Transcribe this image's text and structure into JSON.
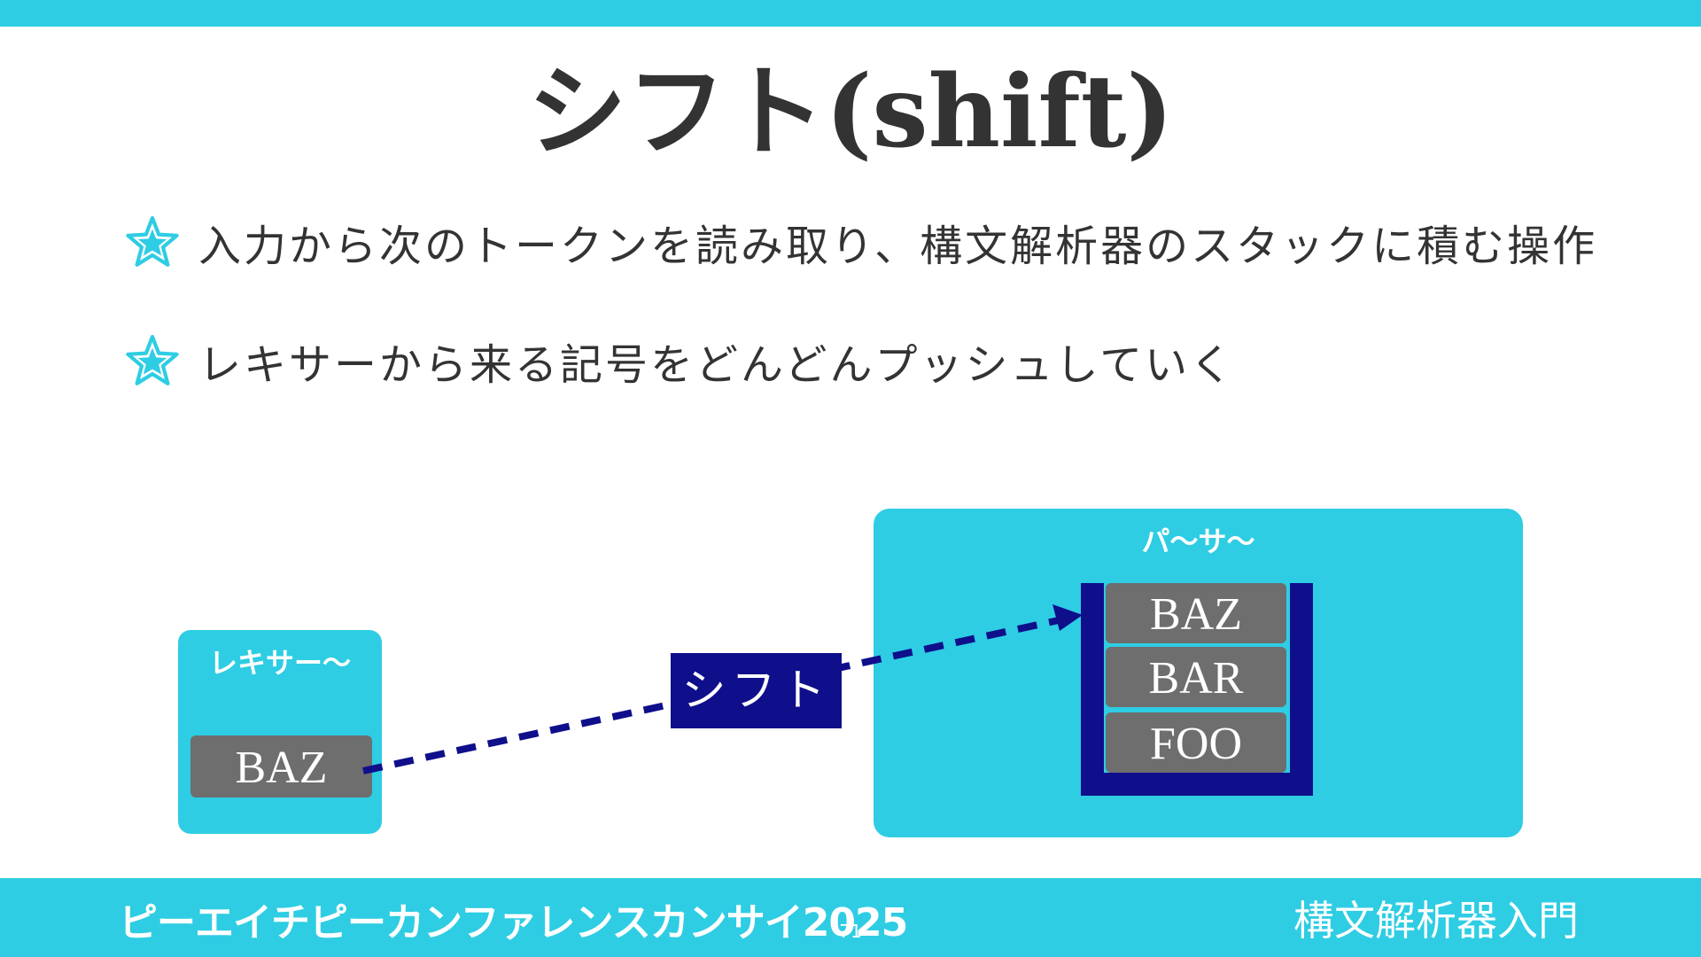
{
  "slide": {
    "title": "シフト(shift)",
    "bullets": [
      "入力から次のトークンを読み取り、構文解析器のスタックに積む操作",
      "レキサーから来る記号をどんどんプッシュしていく"
    ],
    "bullet_icon": "star-icon"
  },
  "diagram": {
    "lexer": {
      "label": "レキサー〜",
      "token": "BAZ"
    },
    "parser": {
      "label": "パ〜サ〜",
      "stack": [
        "BAZ",
        "BAR",
        "FOO"
      ]
    },
    "arrow_label": "シフト"
  },
  "footer": {
    "event": "ピーエイチピーカンファレンスカンサイ2025",
    "page_number": "71",
    "deck_title": "構文解析器入門"
  },
  "colors": {
    "accent": "#2ecde3",
    "stack_navy": "#0f0f8c",
    "token_gray": "#6e6e6e",
    "text": "#333333"
  }
}
